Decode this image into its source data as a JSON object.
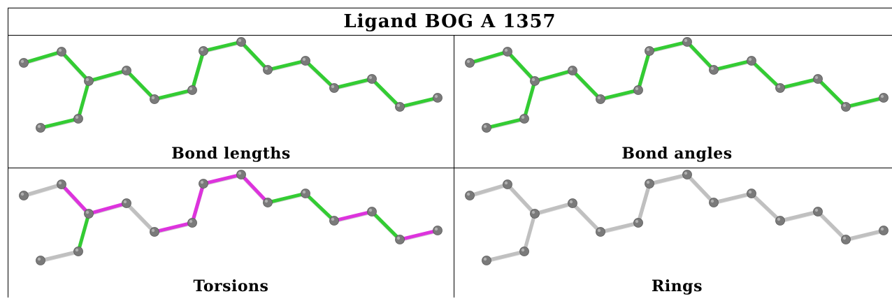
{
  "title": "Ligand BOG A 1357",
  "colors": {
    "atom": "#7a7a7a",
    "atom_highlight": "#b0b0b0",
    "bond_ok": "#33cc33",
    "bond_flag": "#dd33dd",
    "bond_neutral": "#c0c0c0"
  },
  "panels": [
    {
      "caption": "Bond lengths",
      "bond_colors": [
        "ok",
        "ok",
        "ok",
        "ok",
        "ok",
        "ok",
        "ok",
        "ok",
        "ok",
        "ok",
        "ok",
        "ok",
        "ok",
        "ok",
        "ok",
        "ok"
      ]
    },
    {
      "caption": "Bond angles",
      "bond_colors": [
        "ok",
        "ok",
        "ok",
        "ok",
        "ok",
        "ok",
        "ok",
        "ok",
        "ok",
        "ok",
        "ok",
        "ok",
        "ok",
        "ok",
        "ok",
        "ok"
      ]
    },
    {
      "caption": "Torsions",
      "bond_colors": [
        "neutral",
        "flag",
        "flag",
        "neutral",
        "flag",
        "flag",
        "flag",
        "flag",
        "ok",
        "ok",
        "flag",
        "ok",
        "flag",
        "ok",
        "neutral",
        "flag"
      ]
    },
    {
      "caption": "Rings",
      "bond_colors": [
        "neutral",
        "neutral",
        "neutral",
        "neutral",
        "neutral",
        "neutral",
        "neutral",
        "neutral",
        "neutral",
        "neutral",
        "neutral",
        "neutral",
        "neutral",
        "neutral",
        "neutral",
        "neutral"
      ]
    }
  ]
}
